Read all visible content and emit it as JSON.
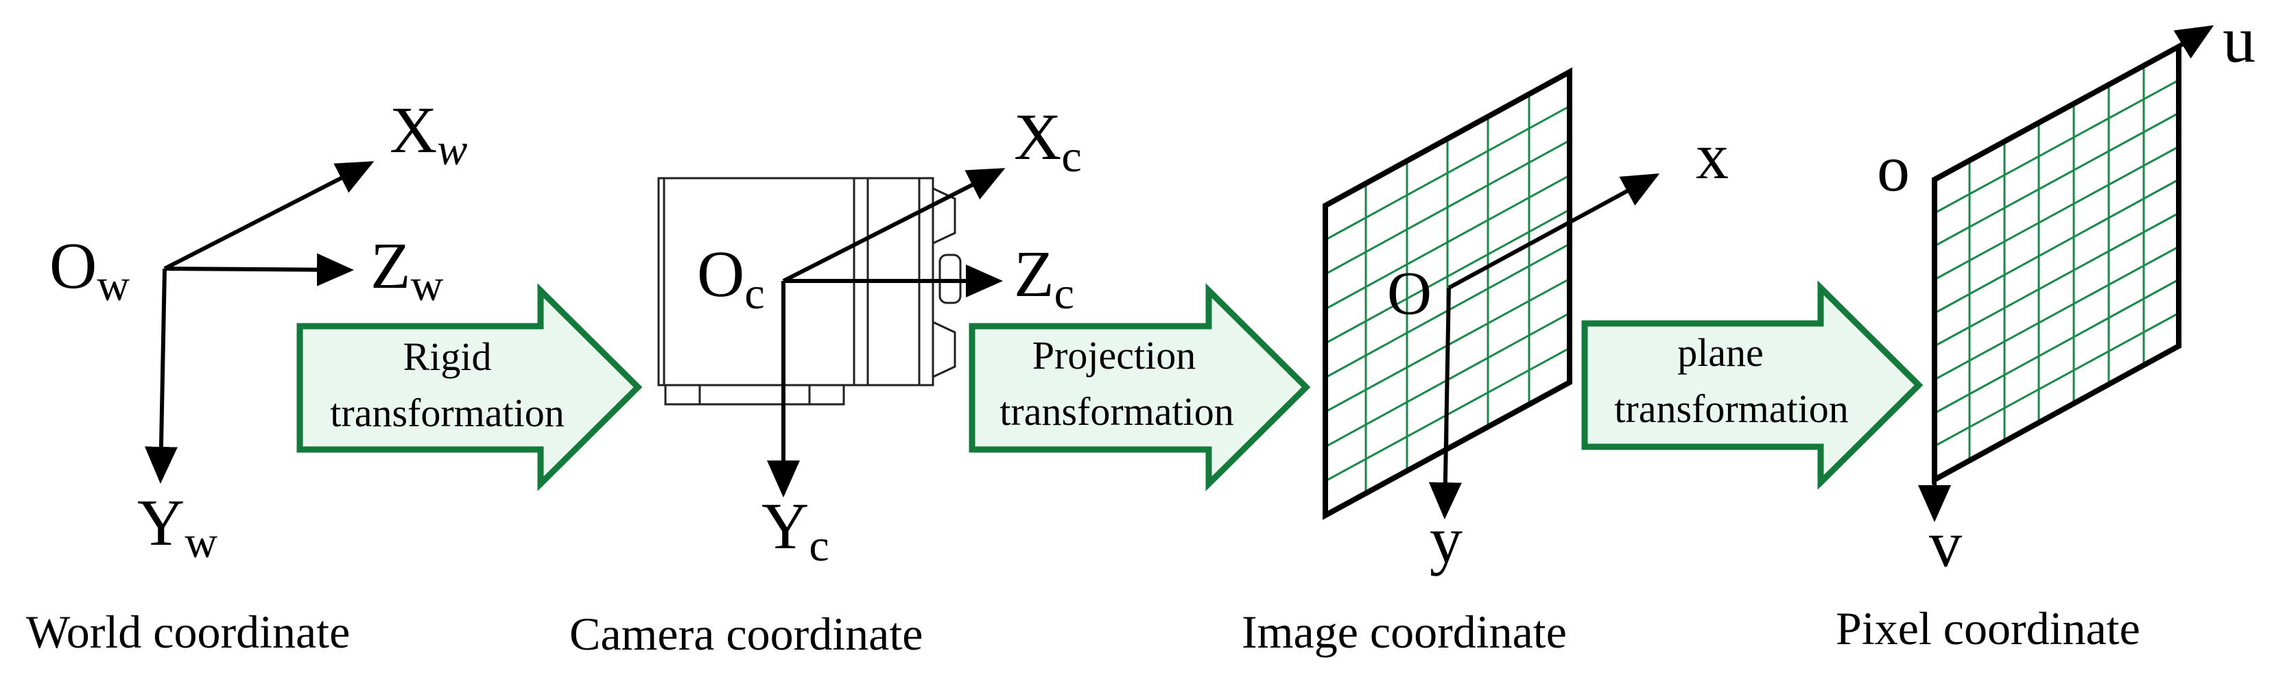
{
  "world": {
    "origin": "O",
    "origin_sub": "w",
    "x_label": "X",
    "x_sub": "w",
    "z_label": "Z",
    "z_sub": "w",
    "y_label": "Y",
    "y_sub": "w",
    "caption": "World coordinate"
  },
  "camera": {
    "origin": "O",
    "origin_sub": "c",
    "x_label": "X",
    "x_sub": "c",
    "z_label": "Z",
    "z_sub": "c",
    "y_label": "Y",
    "y_sub": "c",
    "caption": "Camera coordinate"
  },
  "image": {
    "origin": "O",
    "x_label": "x",
    "y_label": "y",
    "caption": "Image coordinate"
  },
  "pixel": {
    "origin": "o",
    "u_label": "u",
    "v_label": "v",
    "caption": "Pixel coordinate"
  },
  "arrows": {
    "rigid_line1": "Rigid",
    "rigid_line2": "transformation",
    "projection_line1": "Projection",
    "projection_line2": "transformation",
    "plane_line1": "plane",
    "plane_line2": "transformation"
  },
  "colors": {
    "arrow_fill": "#eaf7ee",
    "arrow_stroke": "#137a3c",
    "grid_line": "#1a8a4a",
    "axis": "#000000"
  }
}
